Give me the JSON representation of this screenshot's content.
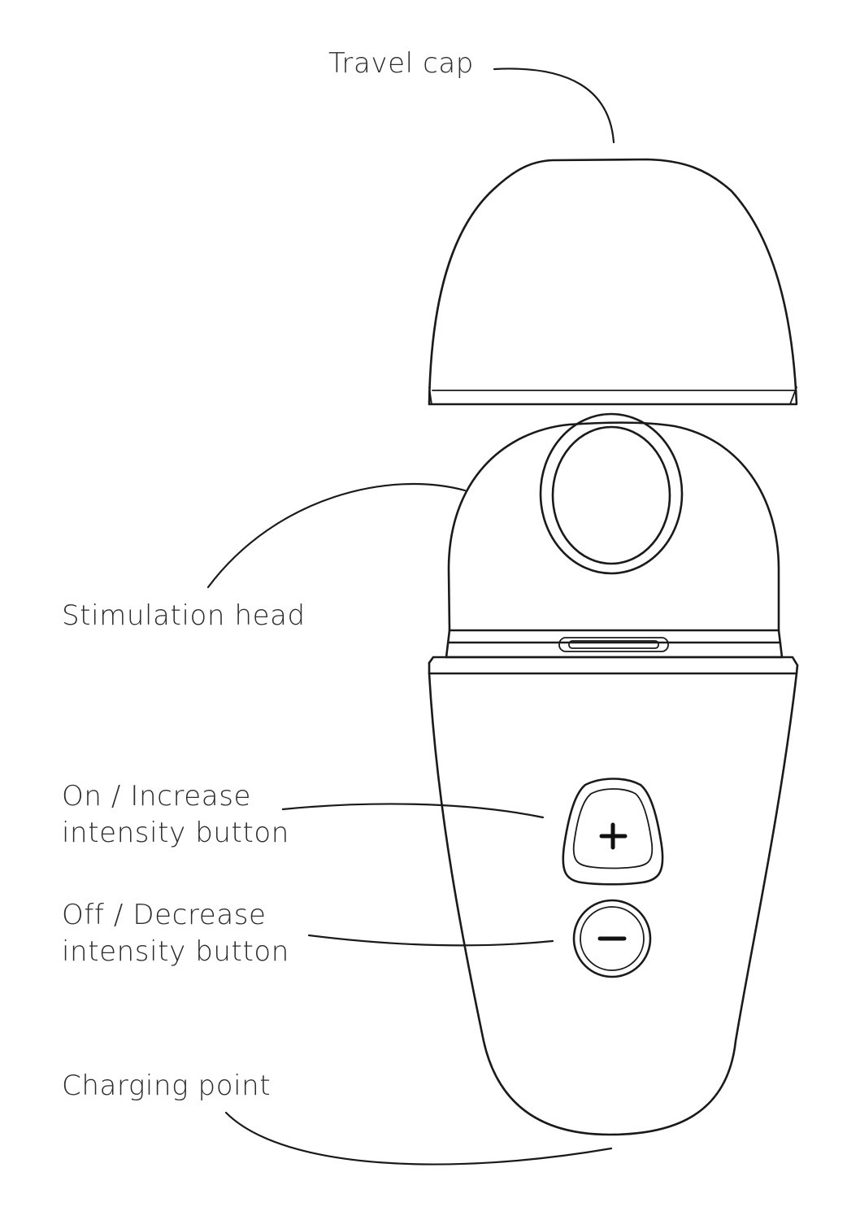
{
  "labels": {
    "travel_cap": "Travel cap",
    "stimulation_head": "Stimulation head",
    "increase_button": [
      "On / Increase",
      "intensity button"
    ],
    "decrease_button": [
      "Off / Decrease",
      "intensity button"
    ],
    "charging_point": "Charging point"
  },
  "colors": {
    "line": "#1a1a1a",
    "text": "#2b2b2b",
    "background": "#ffffff"
  },
  "icons": [
    "plus-icon",
    "minus-icon"
  ]
}
